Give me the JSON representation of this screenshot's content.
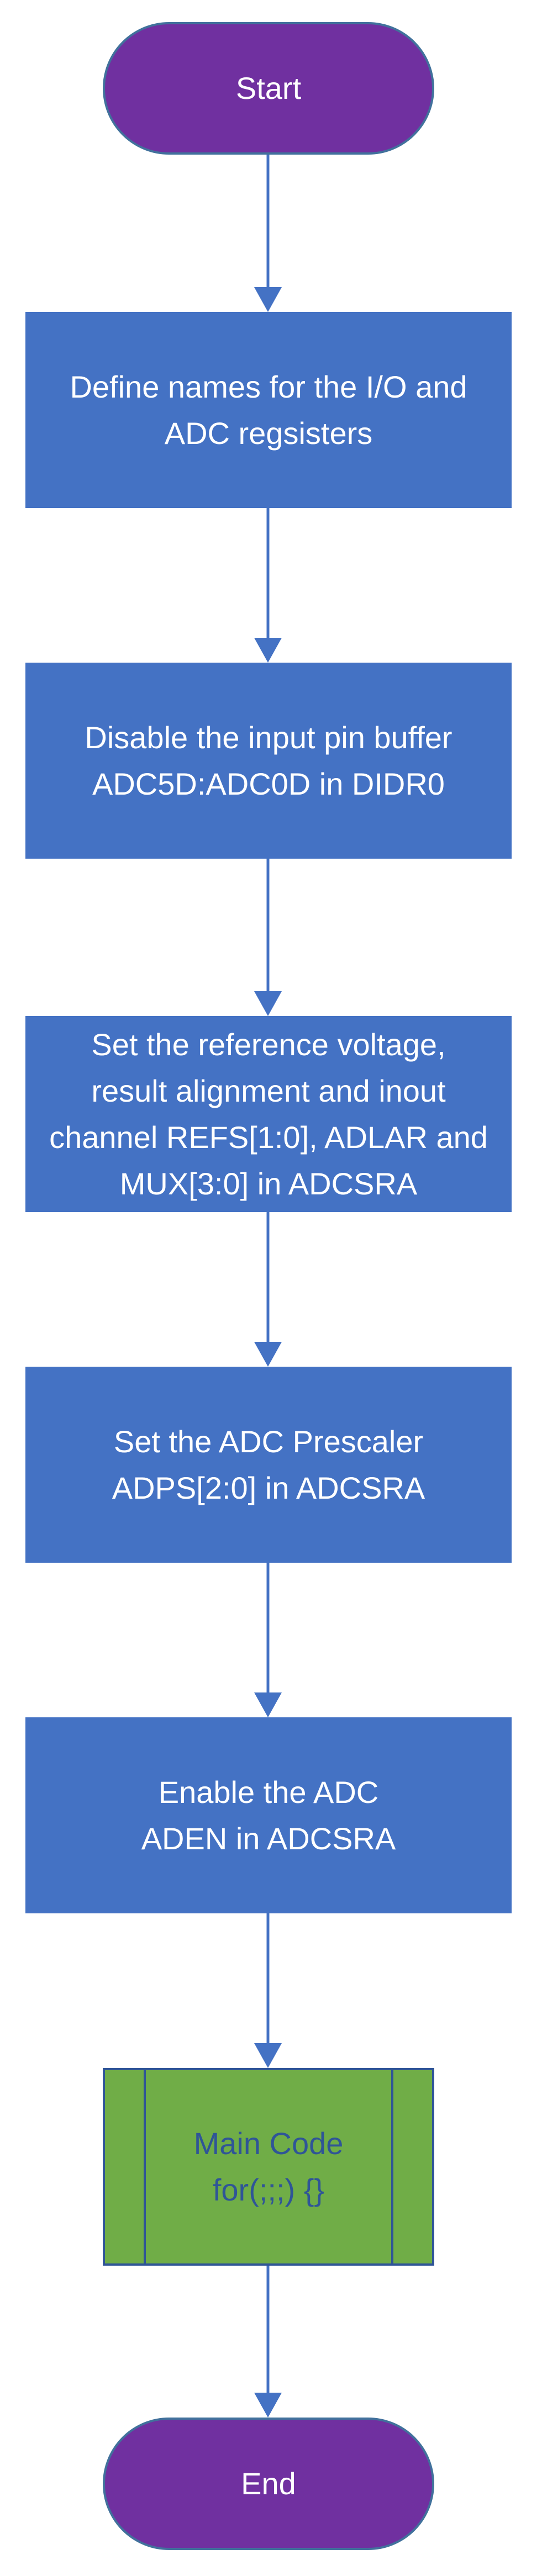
{
  "flowchart": {
    "start": "Start",
    "steps": [
      "Define names for the I/O and\nADC regsisters",
      "Disable the input pin buffer\nADC5D:ADC0D in DIDR0",
      "Set the reference voltage,\nresult alignment and inout\nchannel REFS[1:0], ADLAR and\nMUX[3:0] in ADCSRA",
      "Set the ADC Prescaler\nADPS[2:0] in ADCSRA",
      "Enable the ADC\nADEN in ADCSRA"
    ],
    "subprocess": "Main Code\nfor(;;;) {}",
    "end": "End"
  },
  "colors": {
    "terminal_fill": "#7030a0",
    "process_fill": "#4472c4",
    "subprocess_fill": "#70ad47",
    "subprocess_text": "#2f5597",
    "connector": "#4472c4"
  }
}
